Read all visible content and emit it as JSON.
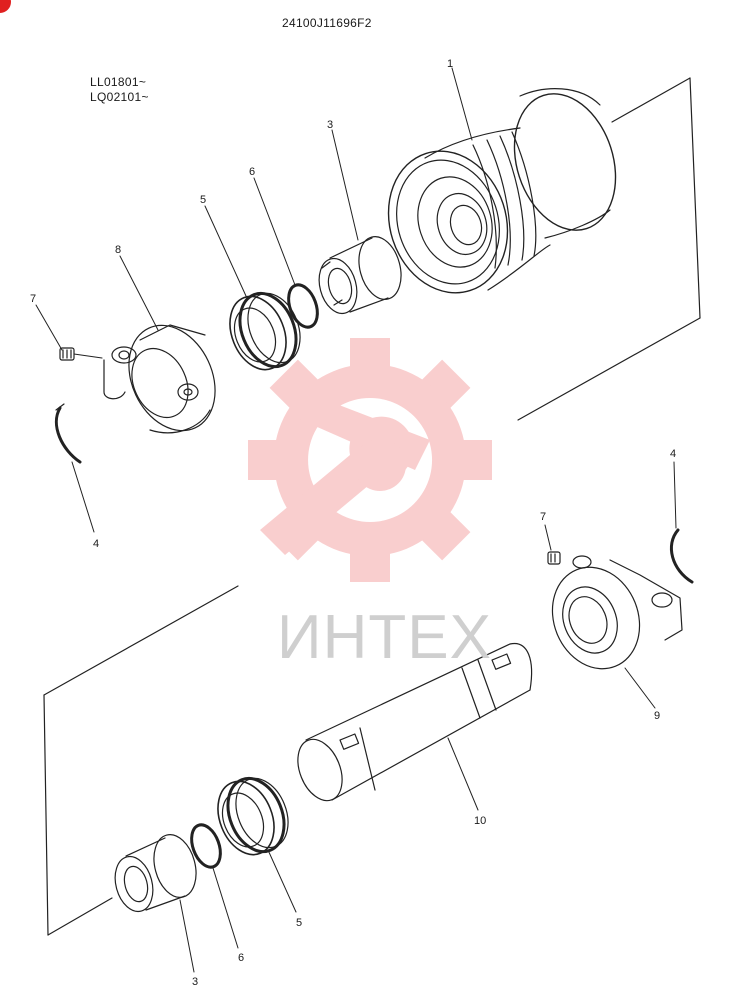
{
  "diagram": {
    "drawing_number": "24100J11696F2",
    "serial_ranges": [
      "LL01801~",
      "LQ02101~"
    ],
    "callouts": {
      "c1": "1",
      "c3a": "3",
      "c3b": "3",
      "c4a": "4",
      "c4b": "4",
      "c5a": "5",
      "c5b": "5",
      "c6a": "6",
      "c6b": "6",
      "c7a": "7",
      "c7b": "7",
      "c8": "8",
      "c9": "9",
      "c10": "10"
    }
  },
  "watermark": {
    "text": "ИНТЕХ",
    "color": "#f28b8b",
    "text_color": "#cfcfcf"
  },
  "colors": {
    "line": "#222222",
    "corner_badge": "#e02020"
  }
}
